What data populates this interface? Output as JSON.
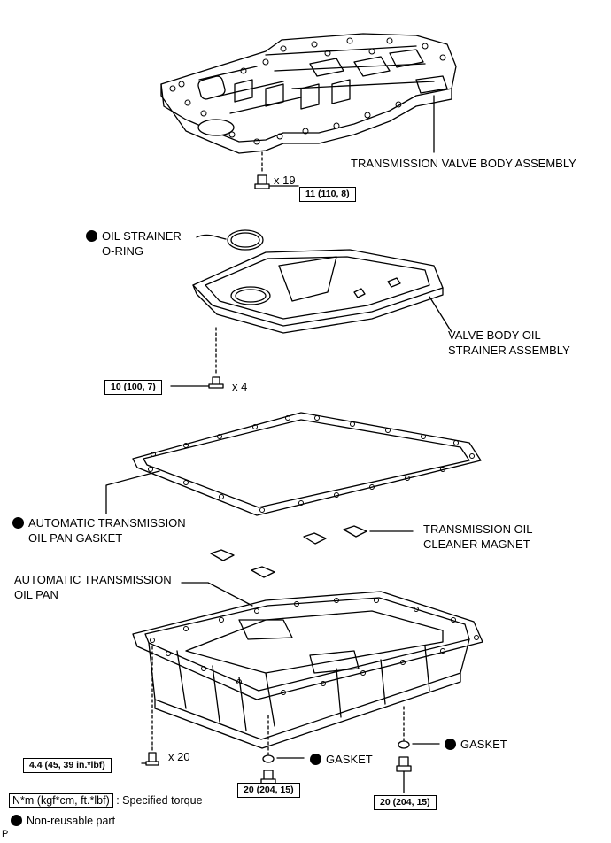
{
  "labels": {
    "valve_body": "TRANSMISSION VALVE BODY ASSEMBLY",
    "x19": "x 19",
    "torque_11": "11 (110, 8)",
    "oring_line1": "OIL STRAINER",
    "oring_line2": "O-RING",
    "strainer_line1": "VALVE BODY OIL",
    "strainer_line2": "STRAINER ASSEMBLY",
    "torque_10": "10 (100, 7)",
    "x4": "x 4",
    "gasket_pan_line1": "AUTOMATIC TRANSMISSION",
    "gasket_pan_line2": "OIL PAN GASKET",
    "magnet_line1": "TRANSMISSION OIL",
    "magnet_line2": "CLEANER MAGNET",
    "pan_line1": "AUTOMATIC TRANSMISSION",
    "pan_line2": "OIL PAN",
    "x20": "x 20",
    "torque_44": "4.4 (45, 39 in.*lbf)",
    "gasket_a": "GASKET",
    "gasket_b": "GASKET",
    "torque_20a": "20 (204, 15)",
    "torque_20b": "20 (204, 15)",
    "legend_unit": "N*m (kgf*cm, ft.*lbf)",
    "legend_torque": ": Specified torque",
    "legend_nonreusable": "Non-reusable part",
    "corner_mark": "P"
  },
  "icons": {
    "nonreusable": "filled-circle-icon"
  },
  "colors": {
    "line": "#000000",
    "background": "#ffffff"
  }
}
